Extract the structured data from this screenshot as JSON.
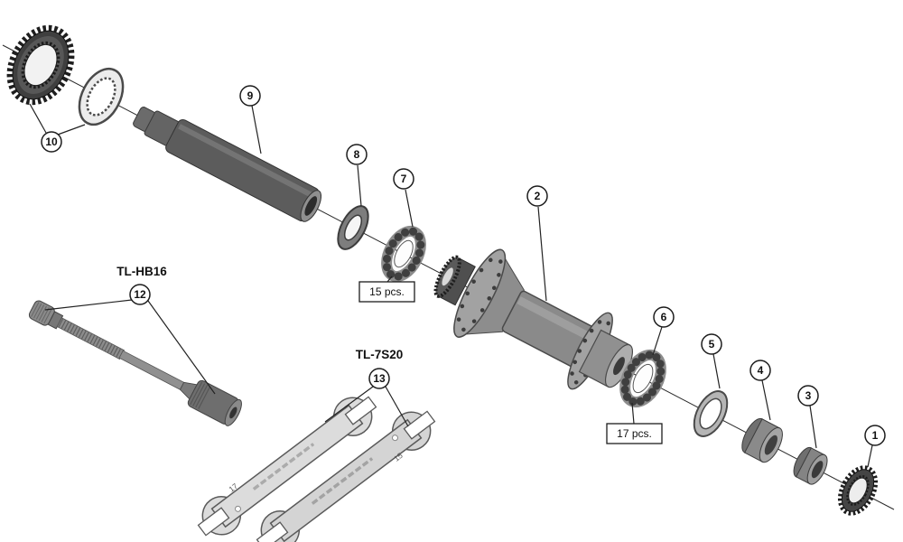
{
  "colors": {
    "line": "#222222",
    "metal_dark": "#3f3f3f",
    "metal_mid": "#8a8a8a",
    "metal_light": "#dcdcdc"
  },
  "callouts": {
    "n1": "1",
    "n2": "2",
    "n3": "3",
    "n4": "4",
    "n5": "5",
    "n6": "6",
    "n7": "7",
    "n8": "8",
    "n9": "9",
    "n10": "10",
    "n12": "12",
    "n13": "13"
  },
  "labels": {
    "axle_tool": "TL-HB16",
    "wrench_tool": "TL-7S20",
    "front_bearing_qty": "15 pcs.",
    "rear_bearing_qty": "17 pcs."
  },
  "stamps": {
    "wrench_a": "17",
    "wrench_b": "15"
  }
}
